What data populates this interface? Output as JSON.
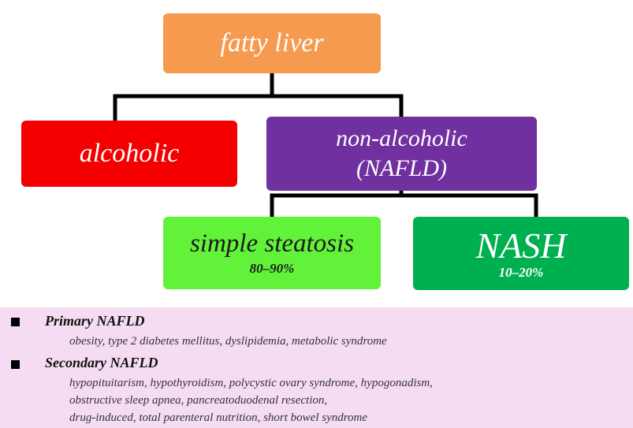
{
  "diagram": {
    "root": {
      "label": "fatty liver",
      "color": "#f59a4e"
    },
    "branch_left": {
      "label": "alcoholic",
      "color": "#f50000"
    },
    "branch_right": {
      "line1": "non-alcoholic",
      "line2": "(NAFLD)",
      "color": "#7030a0"
    },
    "leaf_left": {
      "label": "simple steatosis",
      "percent": "80–90%",
      "color": "#62f23a"
    },
    "leaf_right": {
      "label": "NASH",
      "percent": "10–20%",
      "color": "#00b050"
    }
  },
  "info": {
    "background": "#f6dcf2",
    "primary": {
      "heading": "Primary NAFLD",
      "line1": "obesity, type 2 diabetes mellitus, dyslipidemia, metabolic syndrome"
    },
    "secondary": {
      "heading": "Secondary NAFLD",
      "line1": "hypopituitarism,  hypothyroidism,  polycystic ovary syndrome,  hypogonadism,",
      "line2": "obstructive sleep apnea,  pancreatoduodenal resection,",
      "line3": "drug-induced, total parenteral nutrition, short bowel syndrome"
    }
  }
}
